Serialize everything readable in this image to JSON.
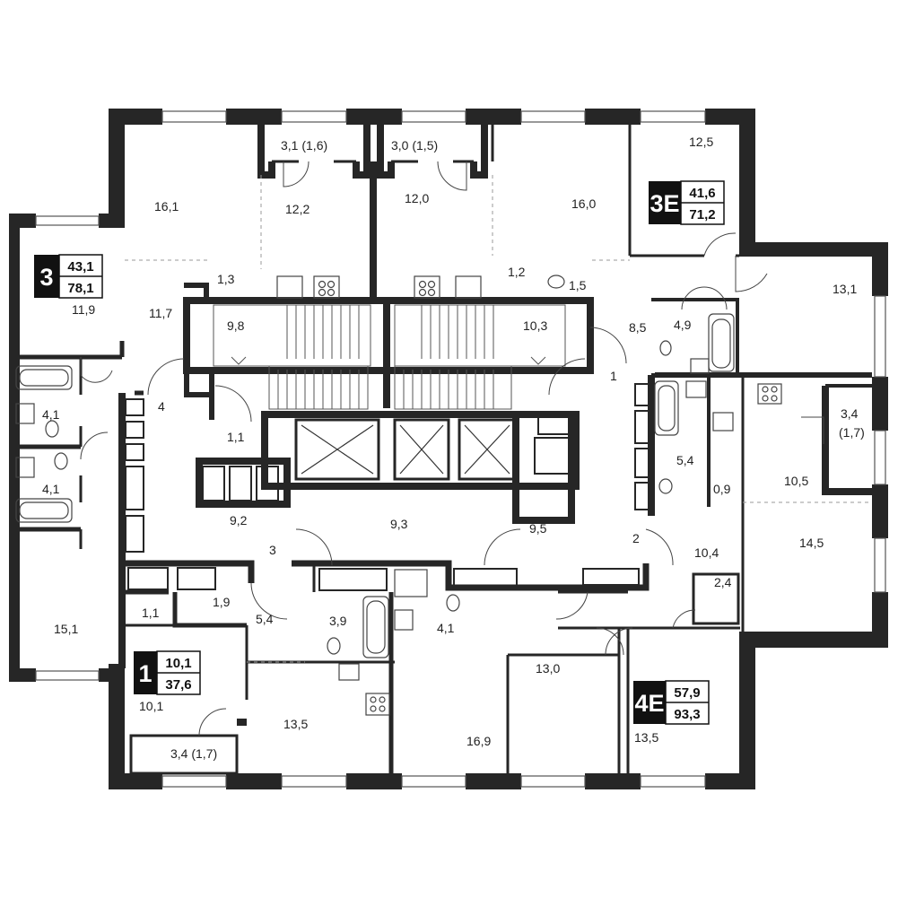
{
  "colors": {
    "wall": "#262626",
    "background": "#ffffff",
    "fixture": "#444444",
    "dash": "#9a9a9a"
  },
  "apartments": [
    {
      "id": "3",
      "living_area": "43,1",
      "total_area": "78,1"
    },
    {
      "id": "3E",
      "living_area": "41,6",
      "total_area": "71,2"
    },
    {
      "id": "1",
      "living_area": "10,1",
      "total_area": "37,6"
    },
    {
      "id": "4E",
      "living_area": "57,9",
      "total_area": "93,3"
    }
  ],
  "rooms": [
    "16,1",
    "12,2",
    "3,1 (1,6)",
    "3,0 (1,5)",
    "12,0",
    "16,0",
    "12,5",
    "13,1",
    "11,9",
    "11,7",
    "1,3",
    "1,2",
    "1,5",
    "9,8",
    "10,3",
    "8,5",
    "4,9",
    "1",
    "4",
    "4,1",
    "4,1",
    "1,1",
    "3,4",
    "(1,7)",
    "5,4",
    "0,9",
    "10,5",
    "9,2",
    "9,3",
    "9,5",
    "3",
    "2",
    "14,5",
    "10,4",
    "2,4",
    "1,1",
    "1,9",
    "5,4",
    "3,9",
    "4,1",
    "15,1",
    "10,1",
    "13,0",
    "16,9",
    "13,5",
    "13,5",
    "3,4 (1,7)"
  ]
}
